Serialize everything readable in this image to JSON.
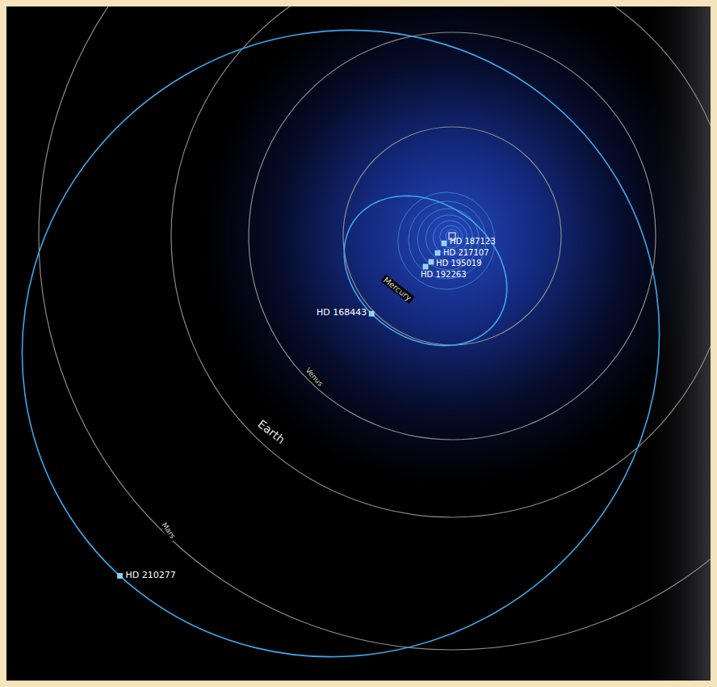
{
  "diagram": {
    "labels": [
      "HD 187123",
      "HD 217107",
      "HD 195019",
      "HD 192263",
      "Mercury",
      "HD 168443",
      "Venus",
      "Earth",
      "Mars",
      "HD 210277"
    ]
  }
}
